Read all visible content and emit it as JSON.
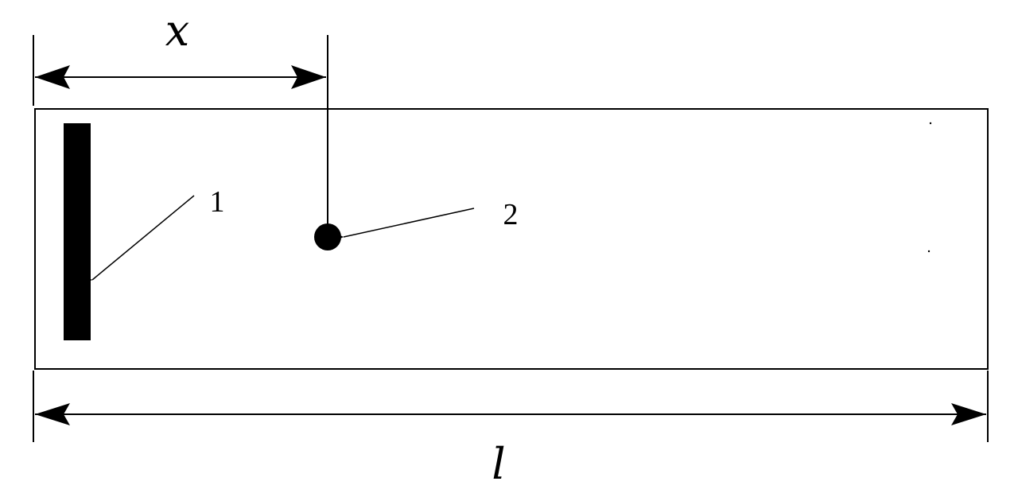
{
  "dimensions": {
    "x_label": "x",
    "l_label": "l"
  },
  "callouts": {
    "item1": "1",
    "item2": "2"
  },
  "colors": {
    "ink": "#000000",
    "background": "#ffffff"
  }
}
